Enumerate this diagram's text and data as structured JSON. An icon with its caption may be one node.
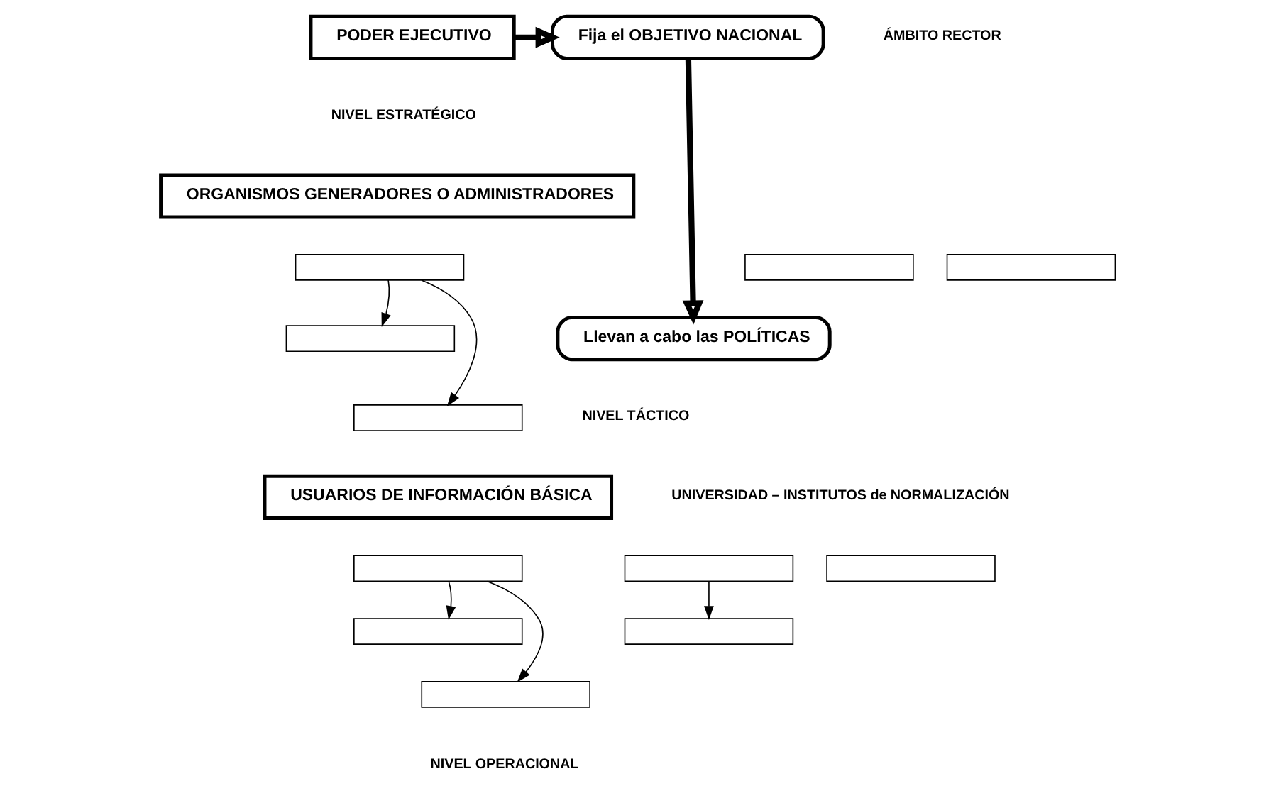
{
  "diagram": {
    "nodes": [
      {
        "text": [
          "PODER EJECUTIVO"
        ]
      },
      {
        "text": [
          "Fija el OBJETIVO NACIONAL"
        ]
      },
      {
        "text": [
          "ORGANISMOS GENERADORES O ADMINISTRADORES"
        ]
      },
      {
        "text": [],
        "shape": "box"
      },
      {
        "text": [],
        "shape": "box"
      },
      {
        "text": [],
        "shape": "box"
      },
      {
        "text": [],
        "shape": "box"
      },
      {
        "text": [],
        "shape": "box"
      },
      {
        "text": [
          "Llevan a cabo las POLÍTICAS"
        ]
      },
      {
        "text": [
          "USUARIOS DE INFORMACIÓN BÁSICA"
        ]
      },
      {
        "text": [],
        "shape": "box"
      },
      {
        "text": [],
        "shape": "box"
      },
      {
        "text": [],
        "shape": "box"
      },
      {
        "text": [],
        "shape": "box"
      },
      {
        "text": [],
        "shape": "box"
      },
      {
        "text": [],
        "shape": "box"
      }
    ],
    "edges": [
      {
        "from": 0,
        "to": 1,
        "arrow": "to",
        "style": "thick"
      },
      {
        "from": 1,
        "to": 8,
        "arrow": "to",
        "style": "thick"
      },
      {
        "from": 3,
        "to": 6,
        "arrow": "to"
      },
      {
        "from": 3,
        "to": 7,
        "arrow": "to"
      },
      {
        "from": 10,
        "to": 13,
        "arrow": "to"
      },
      {
        "from": 11,
        "to": 14,
        "arrow": "to"
      },
      {
        "from": 10,
        "to": 15,
        "arrow": "to"
      }
    ],
    "labels": [
      "NIVEL ESTRATÉGICO",
      "ÁMBITO RECTOR",
      "UNIVERSIDAD – INSTITUTOS de NORMALIZACIÓN",
      "NIVEL TÁCTICO",
      "NIVEL OPERACIONAL"
    ]
  }
}
